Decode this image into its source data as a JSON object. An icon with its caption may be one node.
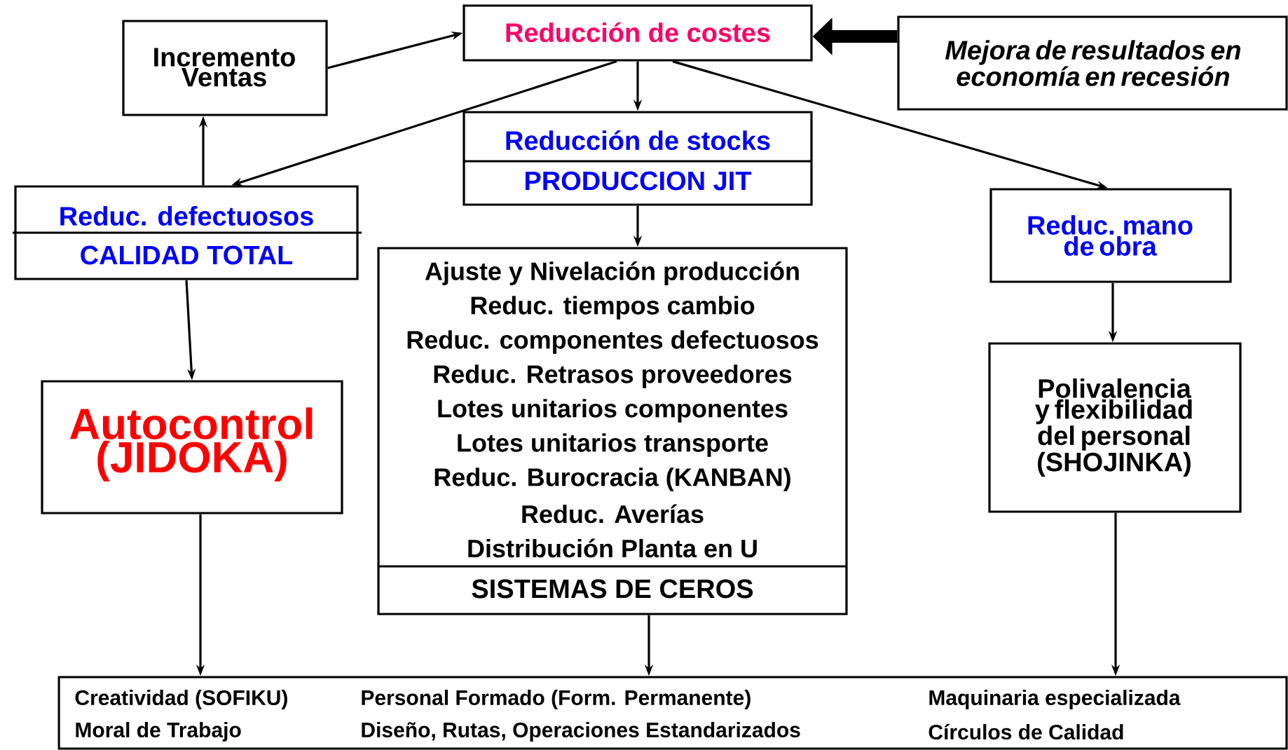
{
  "diagram": {
    "nodes": [
      {
        "text": [
          "Reducción de costes"
        ]
      },
      {
        "text": [
          "Mejora de resultados en economía en recesión"
        ]
      },
      {
        "text": [
          "Incremento Ventas"
        ]
      },
      {
        "text": [
          "Reduc. defectuosos",
          "CALIDAD TOTAL"
        ]
      },
      {
        "text": [
          "Reducción de stocks",
          "PRODUCCION JIT"
        ]
      },
      {
        "text": [
          "Reduc. mano de obra"
        ]
      },
      {
        "text": [
          "Ajuste y Nivelación producción",
          "Reduc. tiempos cambio",
          "Reduc. componentes defectuosos",
          "Reduc. Retrasos proveedores",
          "Lotes unitarios componentes",
          "Lotes unitarios transporte",
          "Reduc. Burocracia (KANBAN)",
          "Reduc. Averías",
          "Distribución Planta en U",
          "SISTEMAS DE CEROS"
        ]
      },
      {
        "text": [
          "Autocontrol (JIDOKA)"
        ]
      },
      {
        "text": [
          "Polivalencia y flexibilidad del personal (SHOJINKA)"
        ]
      },
      {
        "text": [
          "Creatividad (SOFIKU)",
          "Personal Formado (Form. Permanente)",
          "Maquinaria especializada",
          "Moral de Trabajo",
          "Diseño, Rutas, Operaciones Estandarizados",
          "Círculos de Calidad"
        ]
      }
    ],
    "edges": [
      {
        "from": 2,
        "to": 0,
        "arrow": "to"
      },
      {
        "from": 1,
        "to": 0,
        "arrow": "to",
        "style": "thick"
      },
      {
        "from": 0,
        "to": 3,
        "arrow": "to"
      },
      {
        "from": 0,
        "to": 4,
        "arrow": "to"
      },
      {
        "from": 0,
        "to": 5,
        "arrow": "to"
      },
      {
        "from": 3,
        "to": 2,
        "arrow": "to"
      },
      {
        "from": 4,
        "to": 6,
        "arrow": "to"
      },
      {
        "from": 3,
        "to": 7,
        "arrow": "to"
      },
      {
        "from": 5,
        "to": 8,
        "arrow": "to"
      },
      {
        "from": 7,
        "to": 9,
        "arrow": "to"
      },
      {
        "from": 6,
        "to": 9,
        "arrow": "to"
      },
      {
        "from": 8,
        "to": 9,
        "arrow": "to"
      }
    ]
  }
}
